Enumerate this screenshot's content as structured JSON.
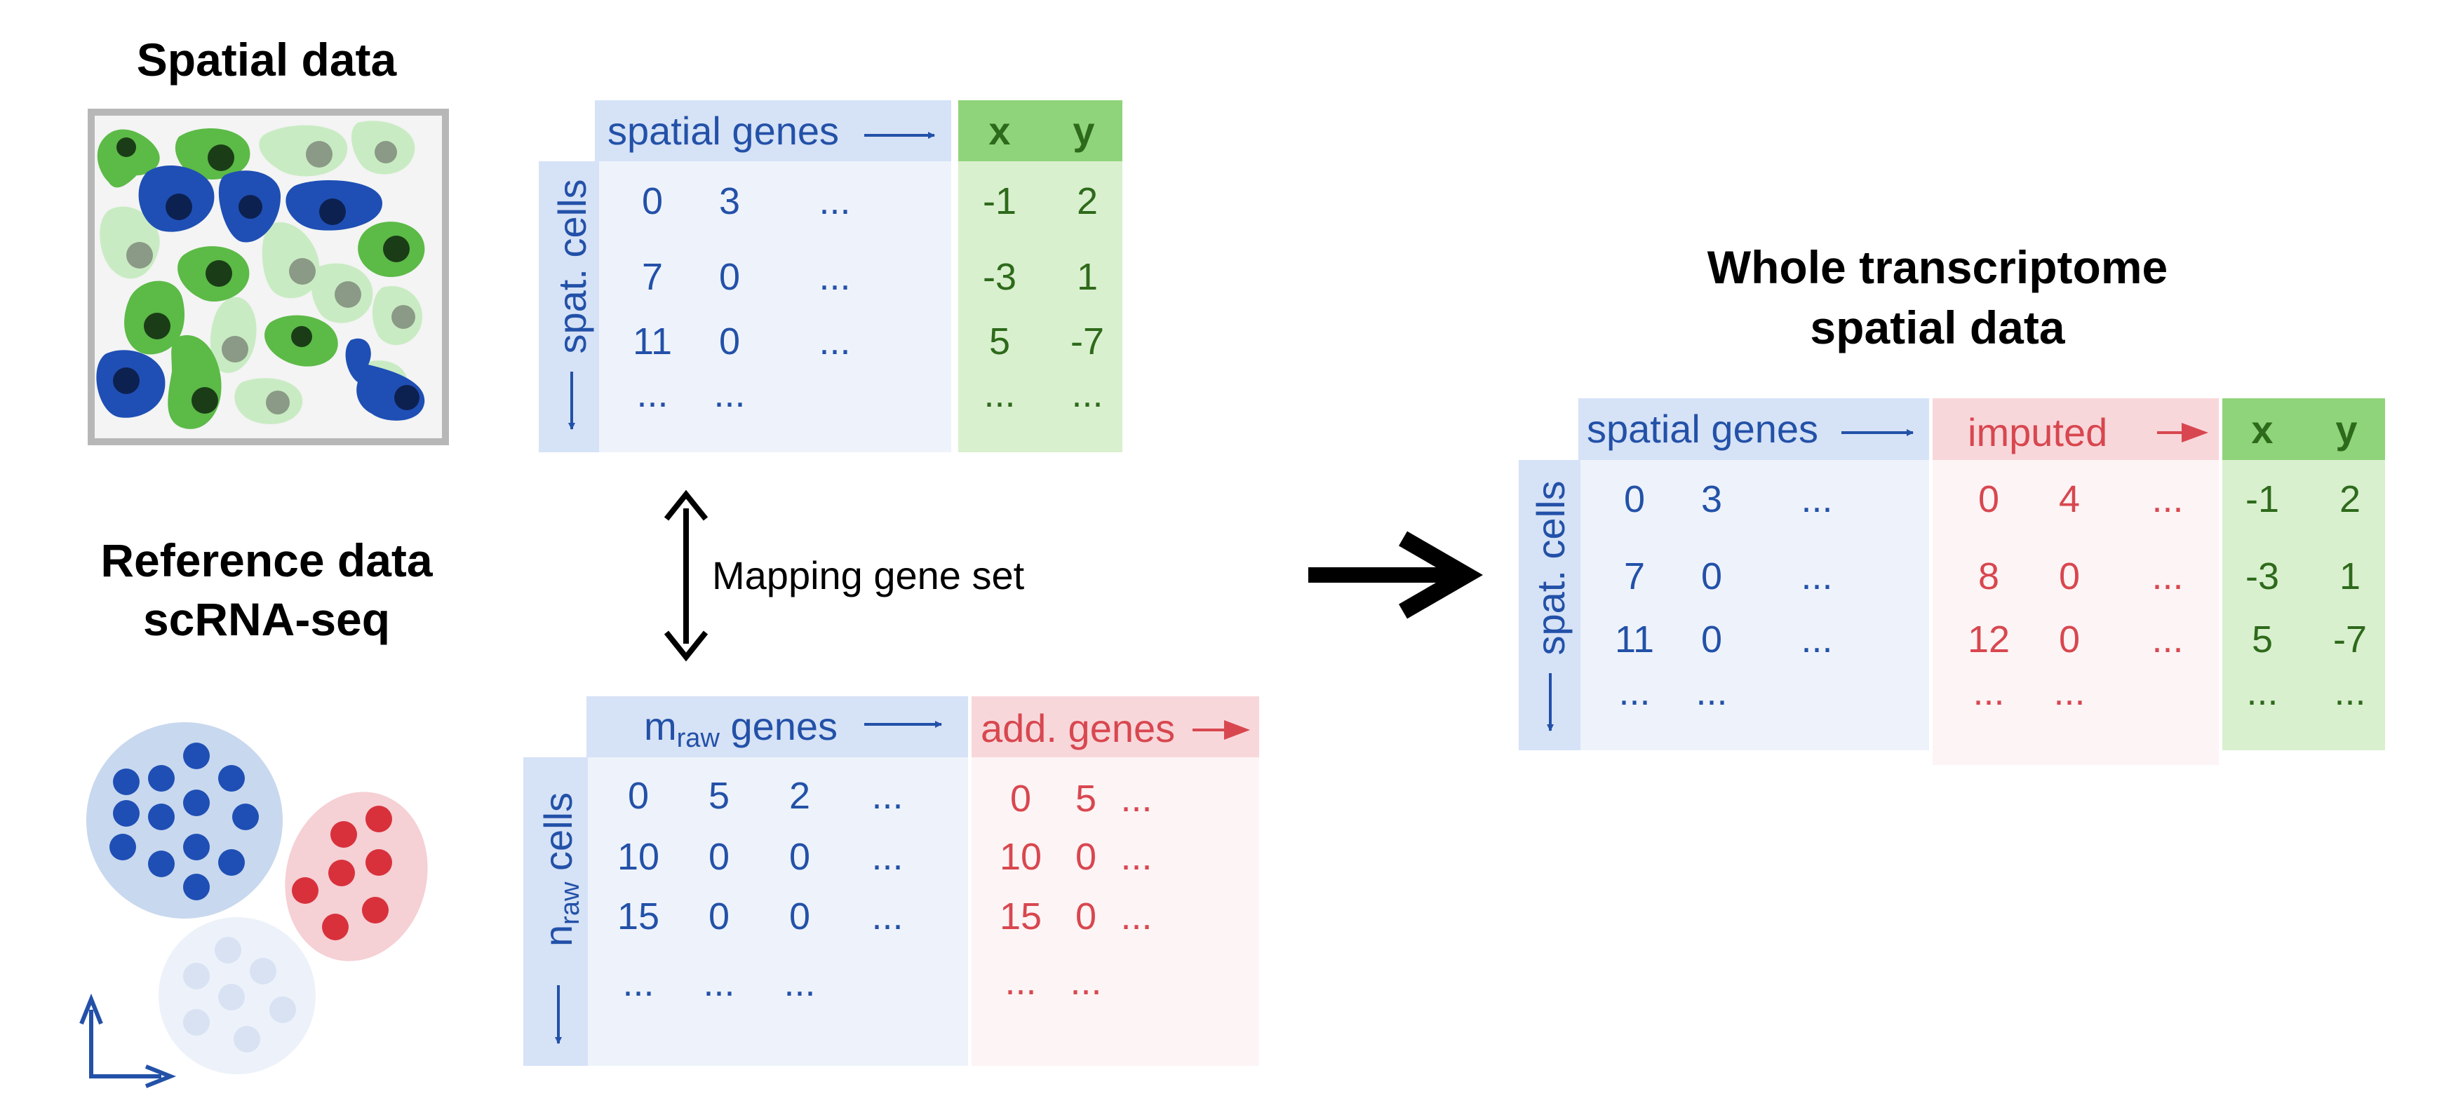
{
  "titles": {
    "spatial": "Spatial data",
    "reference_line1": "Reference data",
    "reference_line2": "scRNA-seq",
    "whole_line1": "Whole transcriptome",
    "whole_line2": "spatial data"
  },
  "mapping_label": "Mapping gene set",
  "spatial_table": {
    "genes_header": "spatial genes",
    "cells_label": "spat. cells",
    "x_header": "x",
    "y_header": "y",
    "rows": [
      [
        "0",
        "3",
        "..."
      ],
      [
        "7",
        "0",
        "..."
      ],
      [
        "11",
        "0",
        "..."
      ],
      [
        "...",
        "..."
      ]
    ],
    "coords": [
      [
        "-1",
        "2"
      ],
      [
        "-3",
        "1"
      ],
      [
        "5",
        "-7"
      ],
      [
        "...",
        "..."
      ]
    ]
  },
  "reference_table": {
    "genes_prefix": "m",
    "genes_sub": "raw",
    "genes_suffix": " genes",
    "add_header": "add. genes",
    "cells_prefix": "n",
    "cells_sub": "raw",
    "cells_suffix": " cells",
    "rows": [
      [
        "0",
        "5",
        "2",
        "..."
      ],
      [
        "10",
        "0",
        "0",
        "..."
      ],
      [
        "15",
        "0",
        "0",
        "..."
      ],
      [
        "...",
        "...",
        "..."
      ]
    ],
    "add_rows": [
      [
        "0",
        "5",
        "..."
      ],
      [
        "10",
        "0",
        "..."
      ],
      [
        "15",
        "0",
        "..."
      ],
      [
        "...",
        "..."
      ]
    ]
  },
  "whole_table": {
    "genes_header": "spatial genes",
    "imputed_header": "imputed",
    "cells_label": "spat. cells",
    "x_header": "x",
    "y_header": "y",
    "rows": [
      [
        "0",
        "3",
        "..."
      ],
      [
        "7",
        "0",
        "..."
      ],
      [
        "11",
        "0",
        "..."
      ],
      [
        "...",
        "..."
      ]
    ],
    "imputed_rows": [
      [
        "0",
        "4",
        "..."
      ],
      [
        "8",
        "0",
        "..."
      ],
      [
        "12",
        "0",
        "..."
      ],
      [
        "...",
        "..."
      ]
    ],
    "coords": [
      [
        "-1",
        "2"
      ],
      [
        "-3",
        "1"
      ],
      [
        "5",
        "-7"
      ],
      [
        "...",
        "..."
      ]
    ]
  },
  "colors": {
    "blue_text": "#2351a8",
    "red_text": "#d8474f",
    "green_text": "#2e6a1b",
    "blue_header_bg": "#d6e2f6",
    "blue_body_bg": "#eef3fb",
    "red_header_bg": "#f8d7db",
    "red_body_bg": "#fdf4f5",
    "green_header_bg": "#8fd47a",
    "green_body_bg": "#d9f0cf"
  }
}
